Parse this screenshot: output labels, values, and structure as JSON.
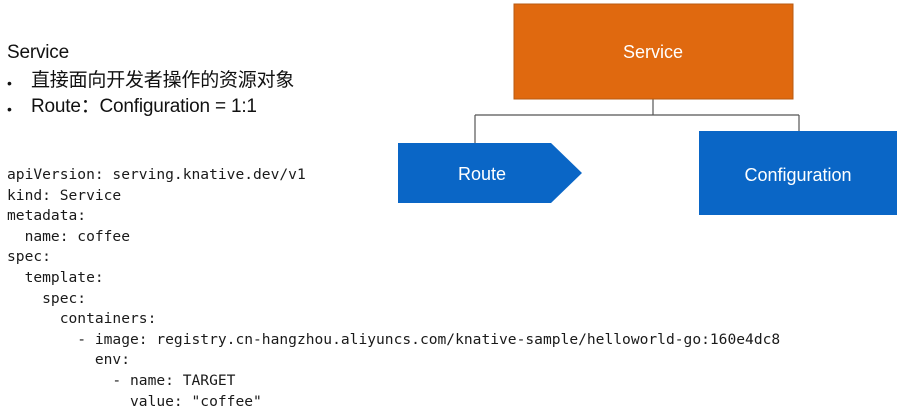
{
  "left_panel": {
    "heading": "Service",
    "bullets": [
      {
        "marker": "•",
        "text": "直接面向开发者操作的资源对象"
      },
      {
        "marker": "•",
        "text": "Route：Configuration = 1:1"
      }
    ],
    "yaml_lines": [
      "apiVersion: serving.knative.dev/v1",
      "kind: Service",
      "metadata:",
      "  name: coffee",
      "spec:",
      "  template:",
      "    spec:",
      "      containers:",
      "        - image: registry.cn-hangzhou.aliyuncs.com/knative-sample/helloworld-go:160e4dc8",
      "          env:",
      "            - name: TARGET",
      "              value: \"coffee\""
    ]
  },
  "diagram": {
    "service_label": "Service",
    "route_label": "Route",
    "configuration_label": "Configuration",
    "colors": {
      "service_fill": "#e0690f",
      "service_stroke": "#b85a10",
      "child_fill": "#0a66c6",
      "connector": "#555555"
    }
  }
}
